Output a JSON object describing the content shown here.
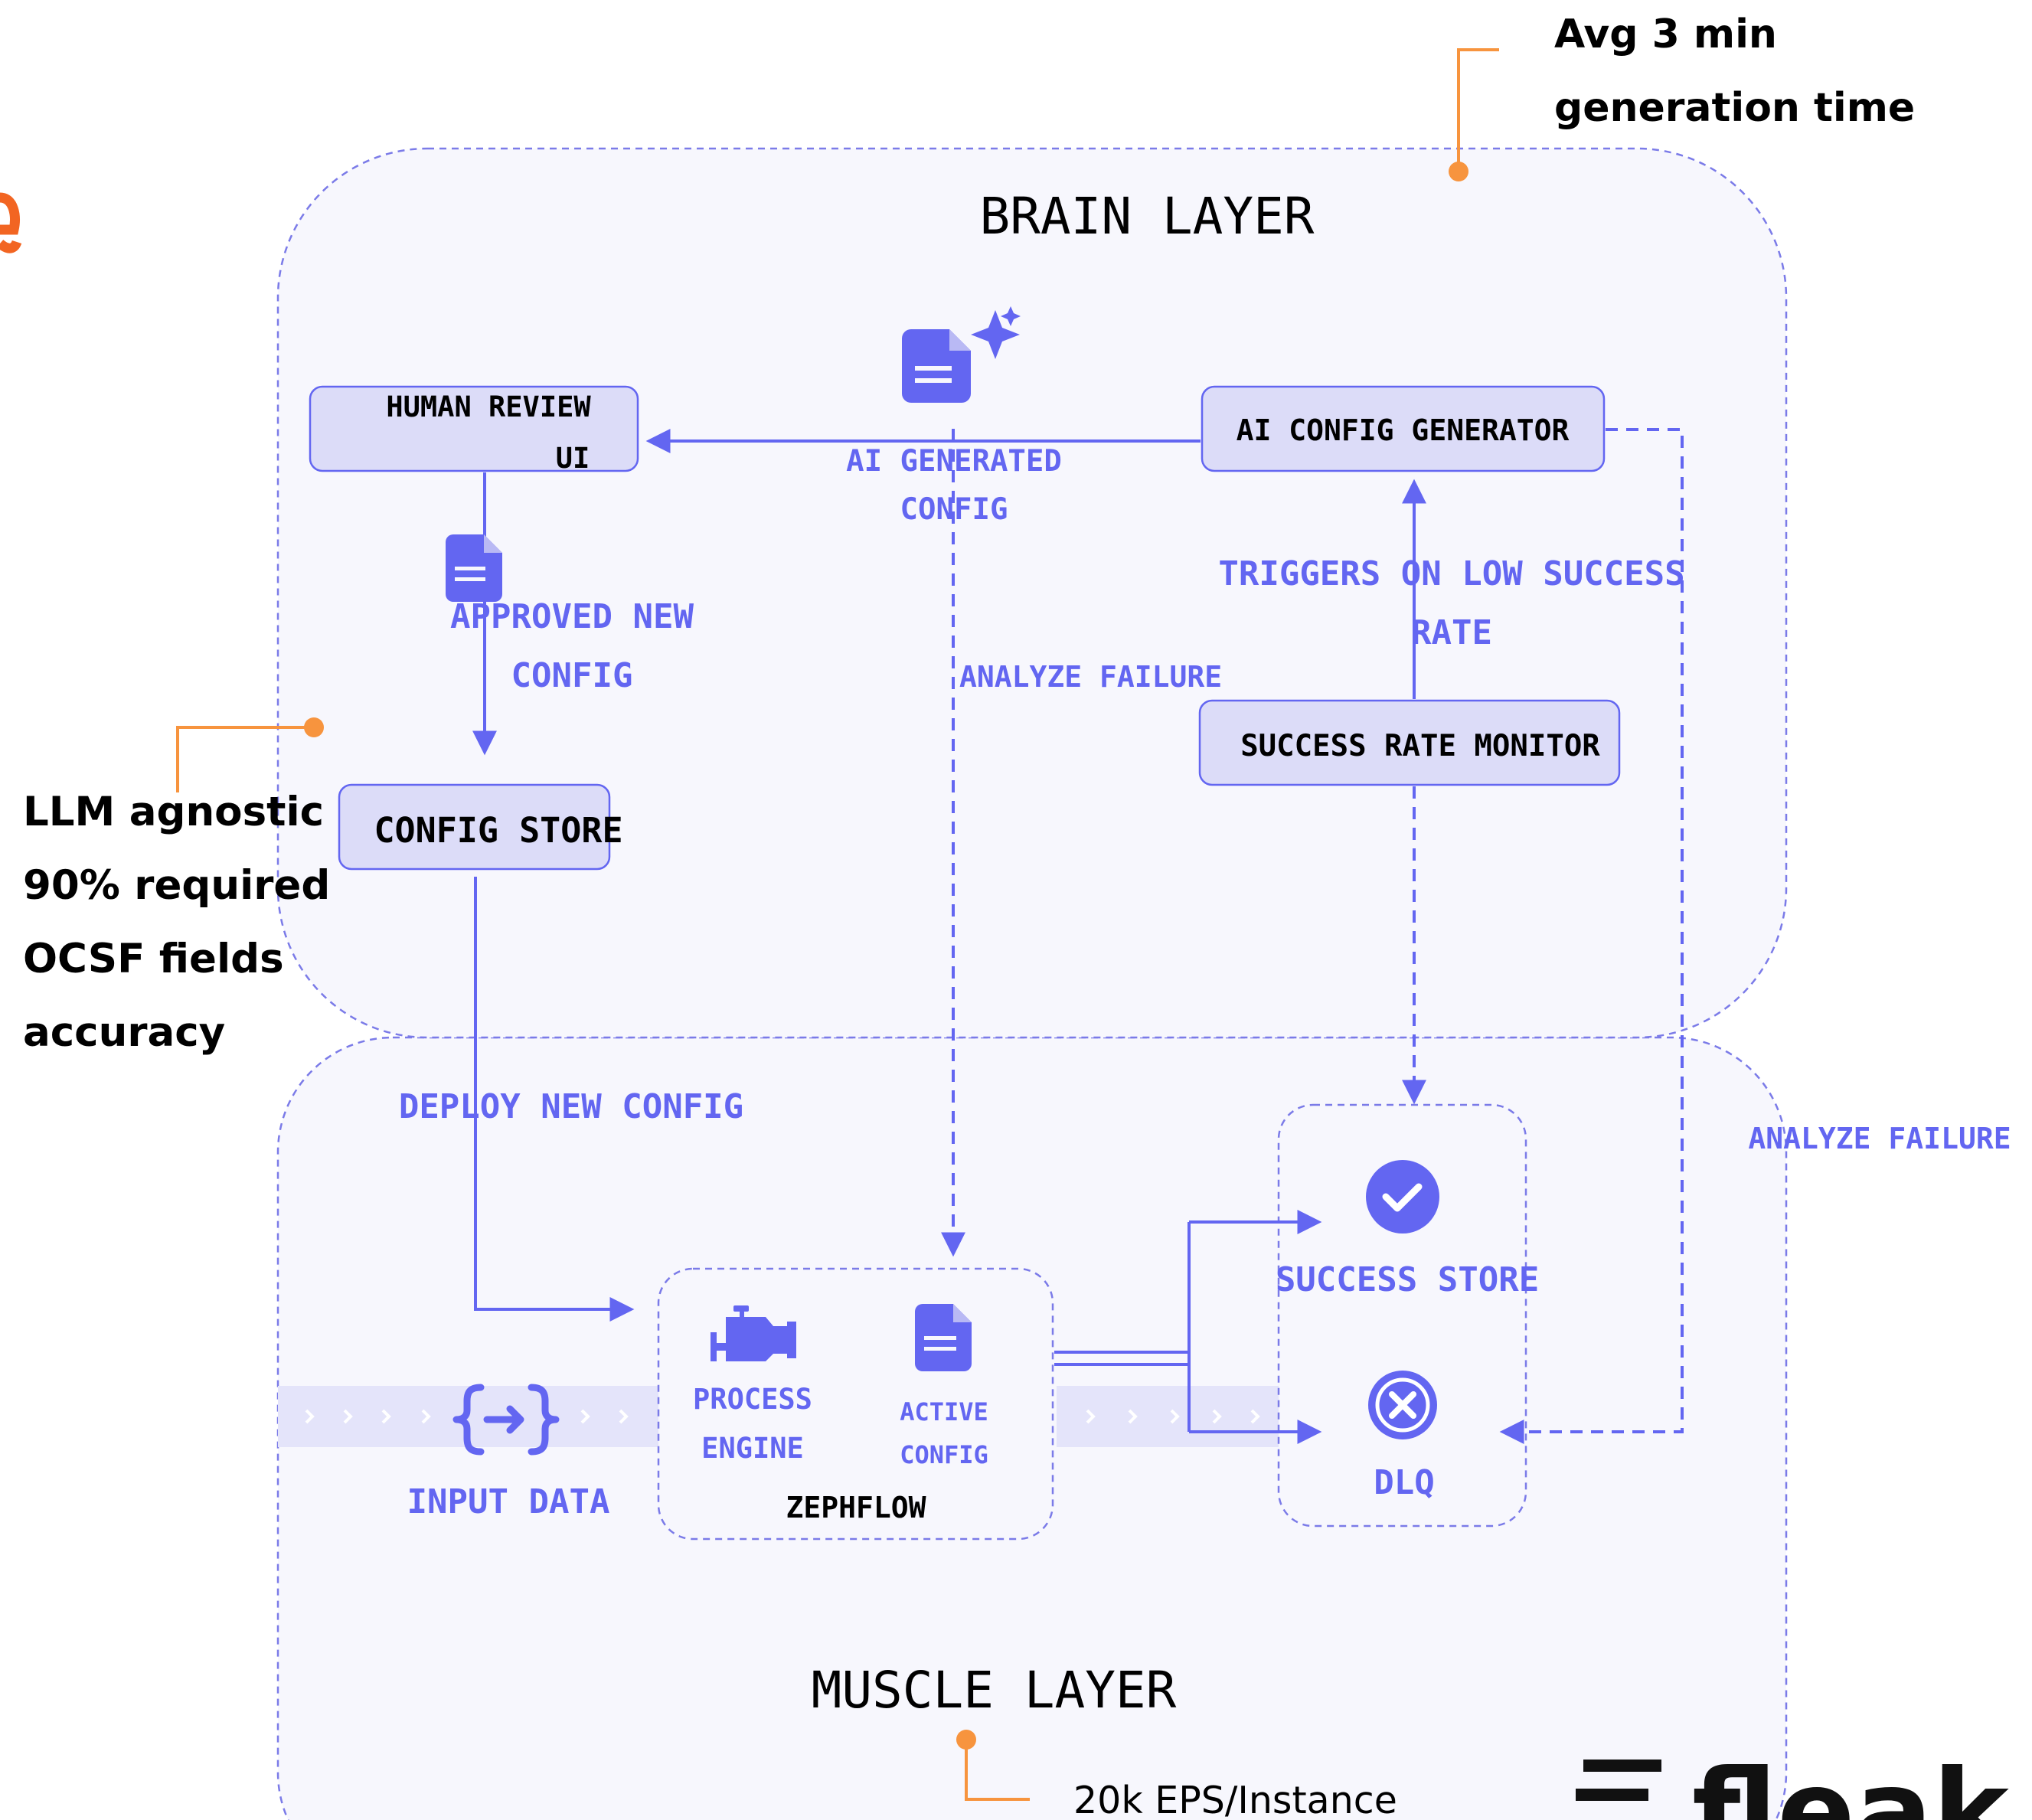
{
  "layers": {
    "brain": "BRAIN LAYER",
    "muscle": "MUSCLE LAYER"
  },
  "nodes": {
    "human_review_line1": "HUMAN REVIEW",
    "human_review_line2": "UI",
    "ai_config_generator": "AI CONFIG GENERATOR",
    "config_store": "CONFIG STORE",
    "success_rate_monitor": "SUCCESS RATE MONITOR",
    "process_engine_line1": "PROCESS",
    "process_engine_line2": "ENGINE",
    "active_config_line1": "ACTIVE",
    "active_config_line2": "CONFIG",
    "zephflow": "ZEPHFLOW",
    "input_data": "INPUT DATA",
    "success_store": "SUCCESS STORE",
    "dlq": "DLQ"
  },
  "edges": {
    "ai_generated_line1": "AI GENERATED",
    "ai_generated_line2": "CONFIG",
    "approved_line1": "APPROVED NEW",
    "approved_line2": "CONFIG",
    "analyze_failure_inner": "ANALYZE FAILURE",
    "triggers_line1": "TRIGGERS ON LOW SUCCESS",
    "triggers_line2": "RATE",
    "deploy_new_config": "DEPLOY NEW CONFIG",
    "analyze_failure_outer": "ANALYZE FAILURE"
  },
  "callouts": {
    "generation_line1": "Avg 3 min",
    "generation_line2": "generation time",
    "llm_line1": "LLM agnostic",
    "llm_line2": "90% required",
    "llm_line3": "OCSF fields",
    "llm_line4": "accuracy",
    "throughput": "20k EPS/Instance"
  },
  "brand": {
    "logo_text": "fleak"
  },
  "colors": {
    "accent": "#6366f1",
    "box_fill": "#dcdcf8",
    "layer_fill": "#f7f7fd",
    "layer_border": "#7b7be8",
    "callout": "#f7943e",
    "node_text": "#000000",
    "edge_text": "#6366f1"
  },
  "icons": {
    "ai_generated": "sparkle-document-icon",
    "approved": "document-icon",
    "process_engine": "engine-icon",
    "active_config": "document-icon",
    "input_data": "braces-arrow-icon",
    "success_store": "check-circle-icon",
    "dlq": "x-circle-icon",
    "brand": "fleak-logo"
  }
}
